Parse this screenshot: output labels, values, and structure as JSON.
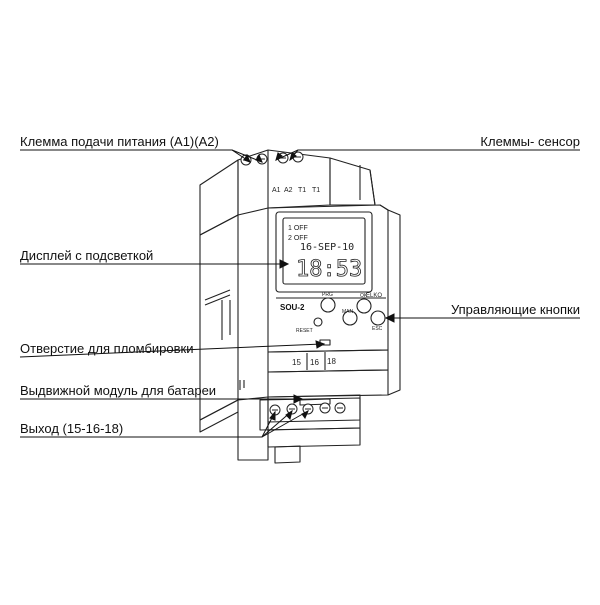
{
  "callouts": {
    "power_terminal": "Клемма подачи питания (A1)(A2)",
    "sensor_terminals": "Клеммы- сенсор",
    "display": "Дисплей с подсветкой",
    "control_buttons": "Управляющие кнопки",
    "seal_hole": "Отверстие для пломбировки",
    "battery_module": "Выдвижной модуль  для батареи",
    "output": "Выход (15-16-18)"
  },
  "device": {
    "top_terminals": [
      "A1",
      "A2",
      "T1",
      "T1"
    ],
    "lcd_line1": "1 OFF",
    "lcd_line2": "2 OFF",
    "lcd_date": "16-SEP-10",
    "lcd_time": "18:53",
    "model": "SOU-2",
    "brand": "ELKO",
    "buttons": {
      "prg": "PRG",
      "man": "MAN",
      "ok": "OK",
      "esc": "ESC",
      "reset": "RESET"
    },
    "output_terminals": [
      "15",
      "16",
      "18"
    ]
  }
}
